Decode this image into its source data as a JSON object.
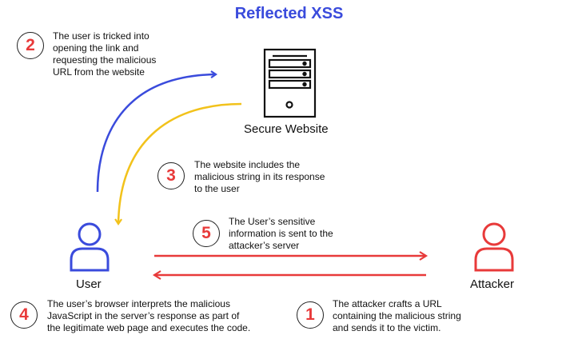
{
  "title": "Reflected XSS",
  "nodes": {
    "server": {
      "label": "Secure Website",
      "icon": "server-icon"
    },
    "user": {
      "label": "User",
      "icon": "user-person-icon",
      "color": "#3a4bdc"
    },
    "attacker": {
      "label": "Attacker",
      "icon": "attacker-person-icon",
      "color": "#e83a3a"
    }
  },
  "steps": [
    {
      "number": "1",
      "line1": "The attacker crafts a URL",
      "line2": "containing the malicious string",
      "line3": "and sends it to the victim."
    },
    {
      "number": "2",
      "line1": "The user is tricked into",
      "line2": "opening the link and",
      "line3": "requesting the malicious",
      "line4": "URL from the website"
    },
    {
      "number": "3",
      "line1": "The website includes the",
      "line2": "malicious string in its response",
      "line3": "to the user"
    },
    {
      "number": "4",
      "line1": "The user’s browser interprets the malicious",
      "line2": "JavaScript in the server’s response as part of",
      "line3": "the legitimate web page and executes the code."
    },
    {
      "number": "5",
      "line1": "The User’s sensitive",
      "line2": "information is sent to the",
      "line3": "attacker’s server"
    }
  ],
  "colors": {
    "title": "#3a4bdc",
    "blue_arrow": "#3a4bdc",
    "yellow_arrow": "#f2c21b",
    "red_arrow": "#e83a3a",
    "step_number": "#e83a3a"
  }
}
